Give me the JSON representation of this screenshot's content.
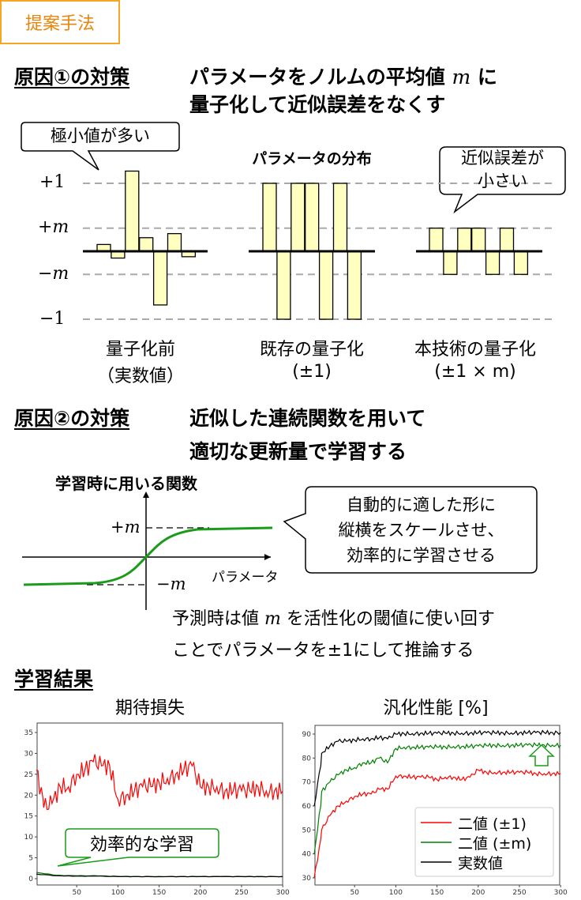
{
  "header": {
    "tag": "提案手法"
  },
  "cause1": {
    "heading": "原因①の対策",
    "line1": "パラメータをノルムの平均値",
    "line1_var": "m",
    "line1_tail": "に",
    "line2": "量子化して近似誤差をなくす"
  },
  "distribution": {
    "title": "パラメータの分布",
    "callout_left": "極小値が多い",
    "callout_right_1": "近似誤差が",
    "callout_right_2": "小さい",
    "y_labels": [
      "+1",
      "+m",
      "−m",
      "−1"
    ],
    "m_value": 0.34,
    "groups": [
      {
        "label": "量子化前",
        "sub": "（実数値）",
        "values": [
          0.1,
          -0.1,
          1.18,
          0.2,
          -0.79,
          0.26,
          -0.08
        ]
      },
      {
        "label": "既存の量子化",
        "sub": "(±1)",
        "values": [
          1,
          -1,
          1,
          1,
          -1,
          1,
          -1
        ]
      },
      {
        "label": "本技術の量子化",
        "sub": "(±1 × m)",
        "values": [
          0.34,
          -0.34,
          0.34,
          0.34,
          -0.34,
          0.34,
          -0.34
        ]
      }
    ]
  },
  "cause2": {
    "heading": "原因②の対策",
    "line1": "近似した連続関数を用いて",
    "line2": "適切な更新量で学習する",
    "func_title": "学習時に用いる関数",
    "plus_m": "+m",
    "minus_m": "−m",
    "x_label": "パラメータ",
    "callout": [
      "自動的に適した形に",
      "縦横をスケールさせ、",
      "効率的に学習させる"
    ],
    "note1_a": "予測時は値",
    "note1_var": "m",
    "note1_b": "を活性化の閾値に使い回す",
    "note2": "ことでパラメータを±1にして推論する"
  },
  "results": {
    "heading": "学習結果",
    "callout": "効率的な学習"
  },
  "colors": {
    "red": "#ff0000",
    "green": "#008000",
    "black": "#000000",
    "bar": "#ffffc0",
    "orange": "#f5a623"
  },
  "chart_data": [
    {
      "type": "line",
      "title": "期待損失",
      "xlim": [
        0,
        300
      ],
      "ylim": [
        0,
        35
      ],
      "xticks": [
        50,
        100,
        150,
        200,
        250,
        300
      ],
      "yticks": [
        0,
        5,
        10,
        15,
        20,
        25,
        30,
        35
      ],
      "series": [
        {
          "name": "二値 (±1)",
          "color": "#ff0000",
          "x_step": 10,
          "values": [
            26,
            17,
            18,
            22,
            22,
            25,
            26,
            28,
            27,
            27,
            19,
            20,
            21,
            22,
            22,
            23,
            24,
            25,
            26,
            27,
            22,
            22,
            22,
            21,
            21,
            21,
            21,
            22,
            21,
            21,
            21
          ]
        },
        {
          "name": "二値 (±m)",
          "color": "#008000",
          "x_step": 25,
          "values": [
            1.5,
            0.8,
            0.7,
            0.7,
            0.55,
            0.5,
            0.5,
            0.5,
            0.5,
            0.5,
            0.5,
            0.5,
            0.5
          ]
        },
        {
          "name": "実数値",
          "color": "#000000",
          "x_step": 25,
          "values": [
            1.1,
            0.7,
            0.6,
            0.6,
            0.5,
            0.5,
            0.5,
            0.5,
            0.5,
            0.5,
            0.5,
            0.5,
            0.5
          ]
        }
      ]
    },
    {
      "type": "line",
      "title": "汎化性能 [%]",
      "xlim": [
        0,
        300
      ],
      "ylim": [
        28,
        92
      ],
      "xticks": [
        50,
        100,
        150,
        200,
        250,
        300
      ],
      "yticks": [
        30,
        40,
        50,
        60,
        70,
        80,
        90
      ],
      "legend": "bottom-right",
      "series": [
        {
          "name": "二値 (±1)",
          "color": "#ff0000",
          "x_step": 10,
          "values": [
            30,
            50,
            56,
            60,
            62,
            64,
            65,
            65,
            67,
            67,
            72.5,
            72.5,
            72,
            72,
            72,
            71,
            72,
            72,
            71,
            72,
            75,
            74,
            74,
            74,
            74,
            74,
            74,
            73.5,
            73.5,
            73.5,
            73.5
          ]
        },
        {
          "name": "二値 (±m)",
          "color": "#008000",
          "x_step": 10,
          "values": [
            40,
            66,
            70,
            73,
            75,
            76,
            78,
            78,
            80,
            78,
            84,
            84.5,
            84.5,
            84.5,
            84.5,
            84.6,
            84.6,
            84.8,
            84.8,
            84.8,
            85,
            85.2,
            85.3,
            85.3,
            85.3,
            85.3,
            85.4,
            85.4,
            85.4,
            85.4,
            85.3
          ]
        },
        {
          "name": "実数値",
          "color": "#000000",
          "x_step": 10,
          "values": [
            60,
            82,
            85,
            87,
            87,
            87.5,
            88,
            88,
            88.5,
            88,
            90,
            90.2,
            90.2,
            90.3,
            90.3,
            90.3,
            90.4,
            90.4,
            90.4,
            90.4,
            90.5,
            90.5,
            90.5,
            90.5,
            90.5,
            90.5,
            90.5,
            90.6,
            90.6,
            90.6,
            90.6
          ]
        }
      ]
    }
  ]
}
